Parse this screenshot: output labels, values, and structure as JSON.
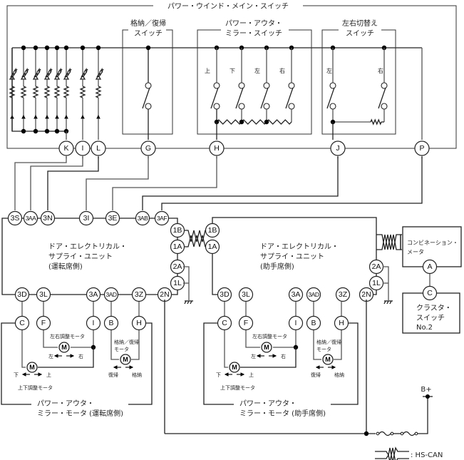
{
  "main_switch": {
    "title": "パワー・ウインド・メイン・スイッチ",
    "storage_switch": {
      "title_line1": "格納／復帰",
      "title_line2": "スイッチ"
    },
    "mirror_switch": {
      "title_line1": "パワー・アウタ・",
      "title_line2": "ミラー・スイッチ",
      "contacts": [
        "上",
        "下",
        "左",
        "右"
      ]
    },
    "select_switch": {
      "title_line1": "左右切替え",
      "title_line2": "スイッチ",
      "contacts": [
        "左",
        "右"
      ]
    },
    "pins": [
      "K",
      "I",
      "L",
      "G",
      "H",
      "J",
      "P"
    ]
  },
  "driver_unit": {
    "title_line1": "ドア・エレクトリカル・",
    "title_line2": "サプライ・ユニット",
    "title_line3": "(運転席側)",
    "top_pins": [
      "3S",
      "3AA",
      "3N",
      "3I",
      "3E",
      "3AB",
      "3AF"
    ],
    "side_pins": [
      "1B",
      "1A",
      "2A",
      "1L"
    ],
    "bottom_pins": [
      "3D",
      "3L",
      "3A",
      "3AD",
      "3Z",
      "2N"
    ]
  },
  "passenger_unit": {
    "title_line1": "ドア・エレクトリカル・",
    "title_line2": "サプライ・ユニット",
    "title_line3": "(助手席側)",
    "side_pins": [
      "1B",
      "1A",
      "2A",
      "1L"
    ],
    "bottom_pins": [
      "3D",
      "3L",
      "3A",
      "3AD",
      "3Z",
      "2N"
    ]
  },
  "combination_meter": {
    "title_line1": "コンビネーション・",
    "title_line2": "メータ",
    "pin": "A"
  },
  "cluster_switch": {
    "title_line1": "クラスタ・",
    "title_line2": "スイッチ",
    "title_line3": "No.2",
    "pin": "C"
  },
  "driver_mirror_motor": {
    "title_line1": "パワー・アウタ・",
    "title_line2": "ミラー・モータ (運転席側)",
    "pins": [
      "C",
      "F",
      "I",
      "B",
      "H"
    ],
    "lr_motor_label": "左右調整モータ",
    "lr_dir_left": "左",
    "lr_dir_right": "右",
    "ud_motor_label": "上下調整モータ",
    "ud_dir_down": "下",
    "ud_dir_up": "上",
    "fold_motor_label_line1": "格納／復帰",
    "fold_motor_label_line2": "モータ",
    "fold_dir_return": "復帰",
    "fold_dir_store": "格納",
    "motor_symbol": "M"
  },
  "passenger_mirror_motor": {
    "title_line1": "パワー・アウタ・",
    "title_line2": "ミラー・モータ (助手席側)",
    "pins": [
      "C",
      "F",
      "I",
      "B",
      "H"
    ],
    "lr_motor_label": "左右調整モータ",
    "lr_dir_left": "左",
    "lr_dir_right": "右",
    "ud_motor_label": "上下調整モータ",
    "ud_dir_down": "下",
    "ud_dir_up": "上",
    "fold_motor_label_line1": "格納／復帰",
    "fold_motor_label_line2": "モータ",
    "fold_dir_return": "復帰",
    "fold_dir_store": "格納",
    "motor_symbol": "M"
  },
  "power": {
    "label": "B+"
  },
  "legend": {
    "label": ": HS-CAN"
  }
}
